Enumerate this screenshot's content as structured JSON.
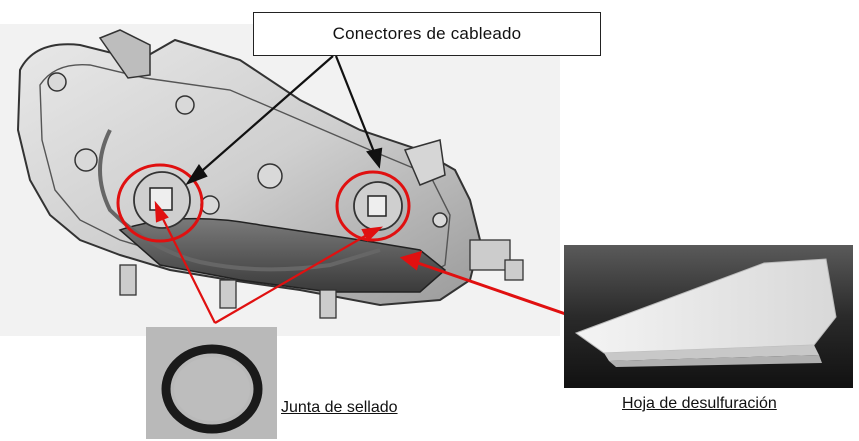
{
  "callout": {
    "wiring_connectors": "Conectores de cableado"
  },
  "labels": {
    "sealing_gasket": "Junta de sellado",
    "desulfurization_sheet": "Hoja de desulfuración"
  },
  "colors": {
    "highlight_red": "#e01010",
    "pointer_black": "#111111"
  }
}
